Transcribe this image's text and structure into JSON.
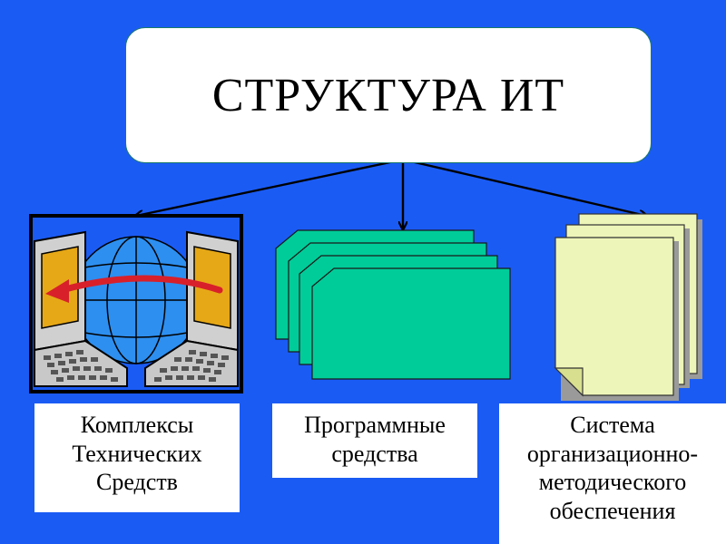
{
  "diagram": {
    "title": "СТРУКТУРА ИТ",
    "components": [
      {
        "icon": "network-computers-icon",
        "label_lines": [
          "Комплексы",
          "Технических",
          "Средств"
        ]
      },
      {
        "icon": "stacked-folders-icon",
        "label_lines": [
          "Программные",
          "средства"
        ]
      },
      {
        "icon": "document-stack-icon",
        "label_lines": [
          "Система",
          "организационно-",
          "методического",
          "обеспечения"
        ]
      }
    ]
  },
  "colors": {
    "background": "#1a5bf4",
    "box_fill": "#ffffff",
    "folder_fill": "#00cc99",
    "paper_fill": "#eef5b8",
    "arrow": "#000000"
  }
}
